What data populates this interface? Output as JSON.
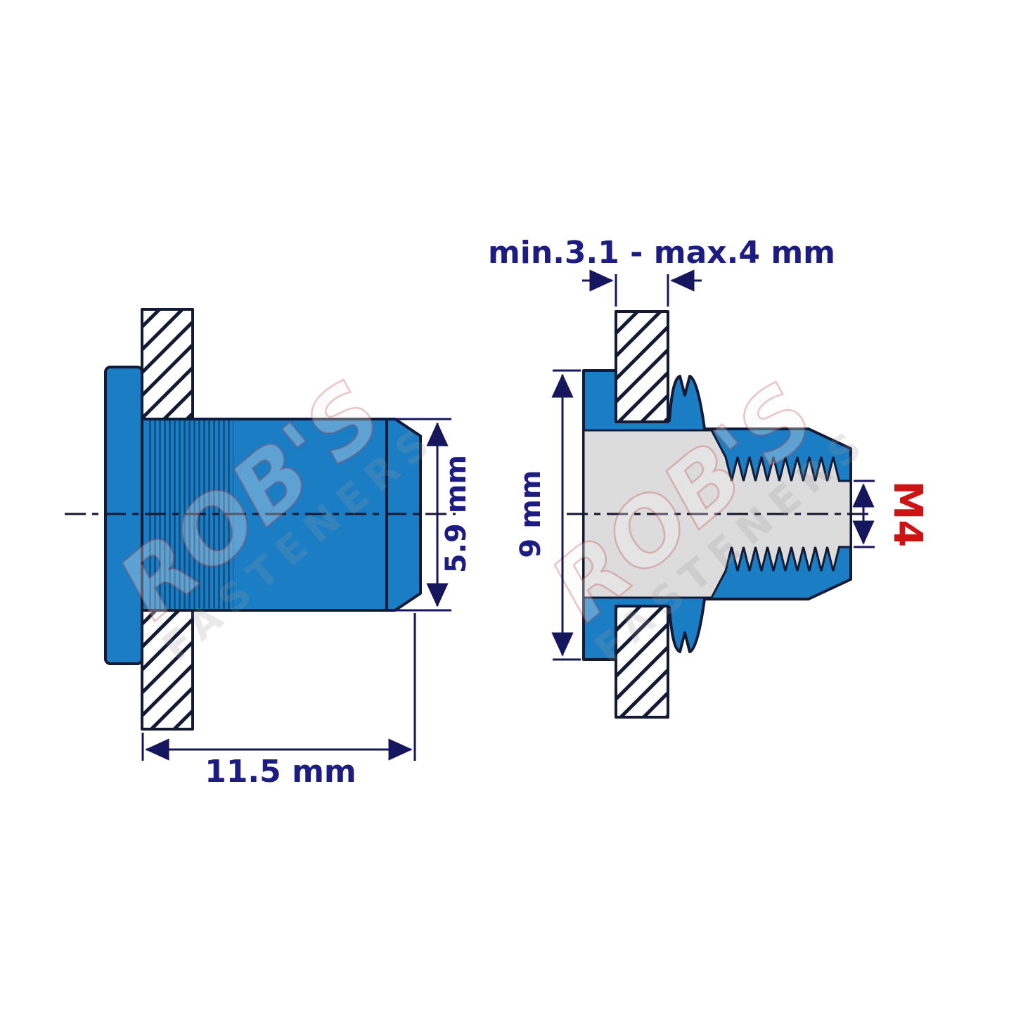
{
  "colors": {
    "body_blue": "#1b7ec4",
    "outline_navy": "#131a33",
    "dimension_navy": "#1c1c82",
    "thread_red": "#cc1414",
    "interior_gray": "#dcdcdc",
    "knurl_blue": "#0c4a7a",
    "hatch_navy": "#131a33"
  },
  "left_view": {
    "diameter_label": "5.9 mm",
    "length_label": "11.5 mm"
  },
  "right_view": {
    "grip_label": "min.3.1 - max.4 mm",
    "flange_label": "9 mm",
    "thread_label": "M4"
  },
  "watermark": {
    "name": "ROB'S",
    "subtitle": "FASTENERS"
  }
}
